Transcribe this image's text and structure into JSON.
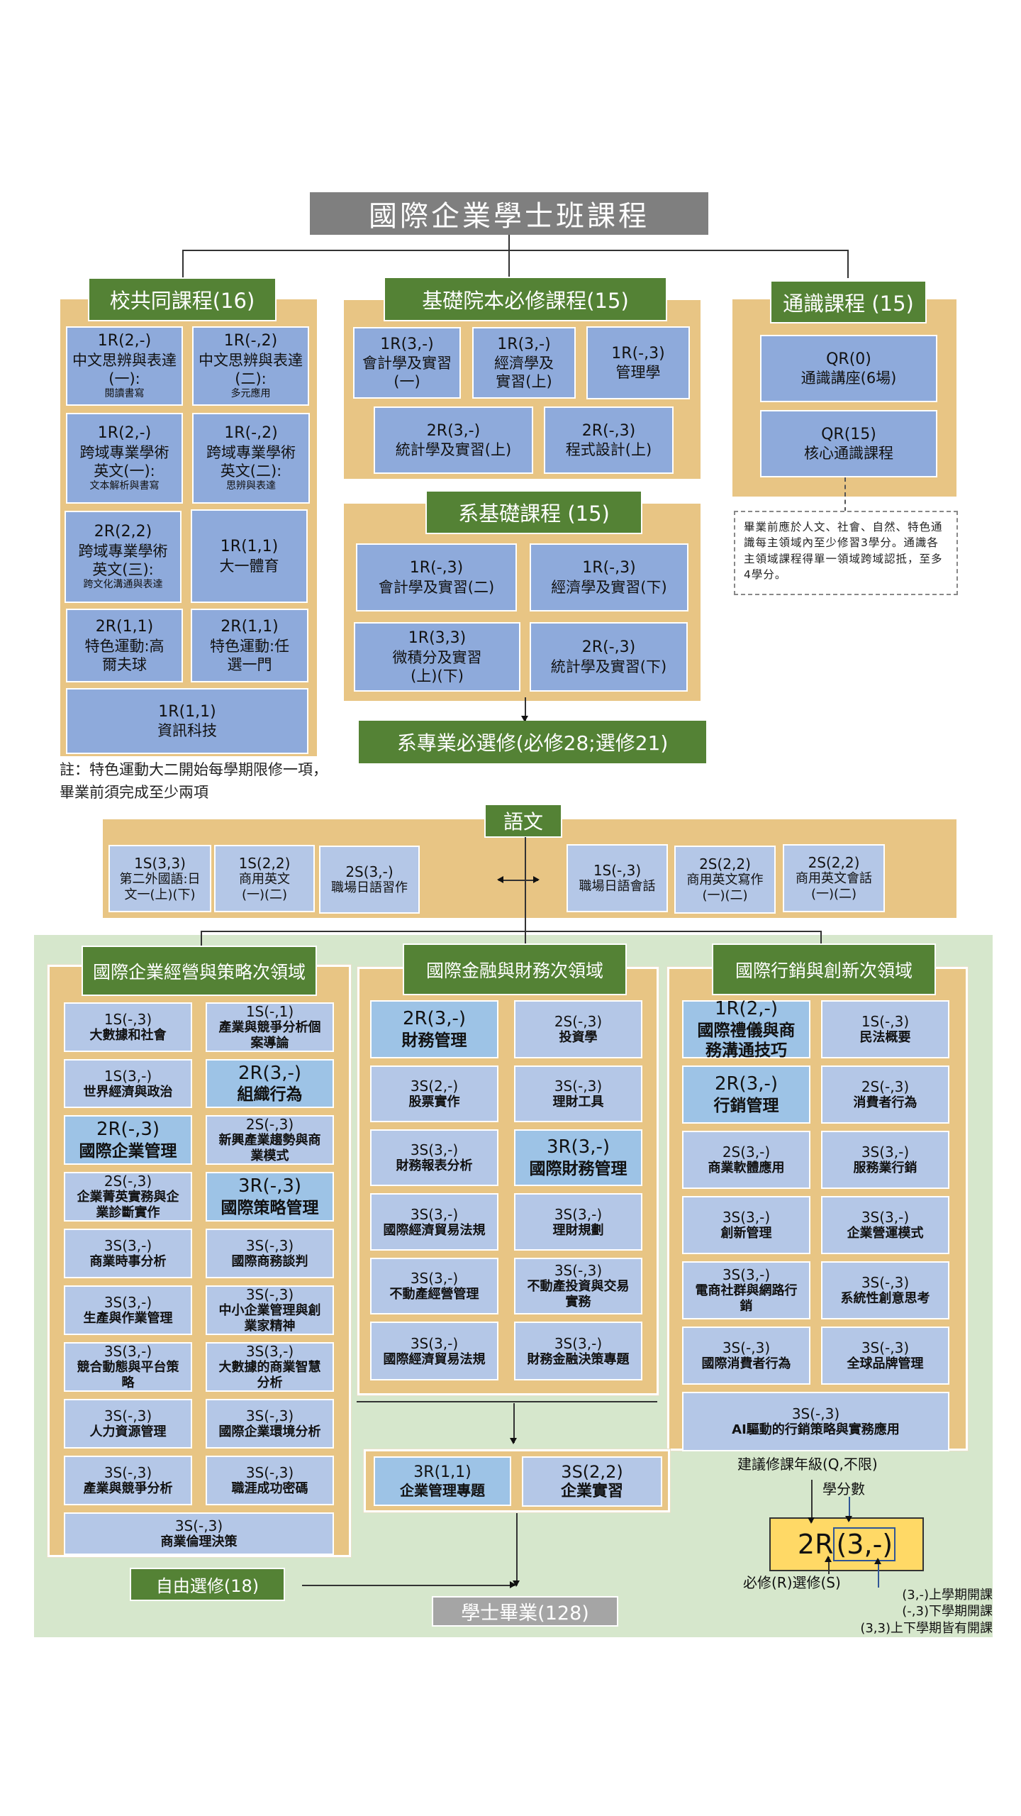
{
  "title": "國際企業學士班課程",
  "school_common": {
    "header": "校共同課程(16)",
    "courses": [
      {
        "code": "1R(2,-)",
        "name": "中文思辨與表達(一):",
        "sub": "閱讀書寫"
      },
      {
        "code": "1R(-,2)",
        "name": "中文思辨與表達(二):",
        "sub": "多元應用"
      },
      {
        "code": "1R(2,-)",
        "name": "跨域專業學術英文(一):",
        "sub": "文本解析與書寫"
      },
      {
        "code": "1R(-,2)",
        "name": "跨域專業學術英文(二):",
        "sub": "思辨與表達"
      },
      {
        "code": "2R(2,2)",
        "name": "跨域專業學術英文(三):",
        "sub": "跨文化溝通與表達"
      },
      {
        "code": "1R(1,1)",
        "name": "大一體育"
      },
      {
        "code": "2R(1,1)",
        "name": "特色運動:高爾夫球"
      },
      {
        "code": "2R(1,1)",
        "name": "特色運動:任選一門"
      },
      {
        "code": "1R(1,1)",
        "name": "資訊科技"
      }
    ],
    "note": "註：特色運動大二開始每學期限修一項，畢業前須完成至少兩項"
  },
  "college_required": {
    "header": "基礎院本必修課程(15)",
    "courses": [
      {
        "code": "1R(3,-)",
        "name": "會計學及實習(一)"
      },
      {
        "code": "1R(3,-)",
        "name": "經濟學及實習(上)"
      },
      {
        "code": "1R(-,3)",
        "name": "管理學"
      },
      {
        "code": "2R(3,-)",
        "name": "統計學及實習(上)"
      },
      {
        "code": "2R(-,3)",
        "name": "程式設計(上)"
      }
    ]
  },
  "general_ed": {
    "header": "通識課程 (15)",
    "courses": [
      {
        "code": "QR(0)",
        "name": "通識講座(6場)"
      },
      {
        "code": "QR(15)",
        "name": "核心通識課程"
      }
    ],
    "note": "畢業前應於人文、社會、自然、特色通識每主領域內至少修習3學分。通識各主領域課程得單一領域跨域認抵，至多4學分。"
  },
  "dept_basic": {
    "header": "系基礎課程 (15)",
    "courses": [
      {
        "code": "1R(-,3)",
        "name": "會計學及實習(二)"
      },
      {
        "code": "1R(-,3)",
        "name": "經濟學及實習(下)"
      },
      {
        "code": "1R(3,3)",
        "name": "微積分及實習(上)(下)"
      },
      {
        "code": "2R(-,3)",
        "name": "統計學及實習(下)"
      }
    ]
  },
  "dept_professional": {
    "header": "系專業必選修(必修28;選修21)"
  },
  "language": {
    "header": "語文",
    "courses": [
      {
        "code": "1S(3,3)",
        "name": "第二外國語:日文一(上)(下)"
      },
      {
        "code": "1S(2,2)",
        "name": "商用英文(一)(二)"
      },
      {
        "code": "2S(3,-)",
        "name": "職場日語習作"
      },
      {
        "code": "1S(-,3)",
        "name": "職場日語會話"
      },
      {
        "code": "2S(2,2)",
        "name": "商用英文寫作(一)(二)"
      },
      {
        "code": "2S(2,2)",
        "name": "商用英文會話(一)(二)"
      }
    ]
  },
  "domain_strategy": {
    "header": "國際企業經營與策略次領域",
    "courses": [
      {
        "code": "1S(-,3)",
        "name": "大數據和社會"
      },
      {
        "code": "1S(-,1)",
        "name": "產業與競爭分析個案導論"
      },
      {
        "code": "1S(3,-)",
        "name": "世界經濟與政治"
      },
      {
        "code": "2R(3,-)",
        "name": "組織行為"
      },
      {
        "code": "2R(-,3)",
        "name": "國際企業管理"
      },
      {
        "code": "2S(-,3)",
        "name": "新興產業趨勢與商業模式"
      },
      {
        "code": "2S(-,3)",
        "name": "企業菁英實務與企業診斷實作"
      },
      {
        "code": "3R(-,3)",
        "name": "國際策略管理"
      },
      {
        "code": "3S(3,-)",
        "name": "商業時事分析"
      },
      {
        "code": "3S(-,3)",
        "name": "國際商務談判"
      },
      {
        "code": "3S(3,-)",
        "name": "生產與作業管理"
      },
      {
        "code": "3S(-,3)",
        "name": "中小企業管理與創業家精神"
      },
      {
        "code": "3S(3,-)",
        "name": "競合動態與平台策略"
      },
      {
        "code": "3S(3,-)",
        "name": "大數據的商業智慧分析"
      },
      {
        "code": "3S(-,3)",
        "name": "人力資源管理"
      },
      {
        "code": "3S(-,3)",
        "name": "國際企業環境分析"
      },
      {
        "code": "3S(-,3)",
        "name": "產業與競爭分析"
      },
      {
        "code": "3S(-,3)",
        "name": "職涯成功密碼"
      },
      {
        "code": "3S(-,3)",
        "name": "商業倫理決策"
      }
    ]
  },
  "domain_finance": {
    "header": "國際金融與財務次領域",
    "courses": [
      {
        "code": "2R(3,-)",
        "name": "財務管理"
      },
      {
        "code": "2S(-,3)",
        "name": "投資學"
      },
      {
        "code": "3S(2,-)",
        "name": "股票實作"
      },
      {
        "code": "3S(-,3)",
        "name": "理財工具"
      },
      {
        "code": "3S(3,-)",
        "name": "財務報表分析"
      },
      {
        "code": "3R(3,-)",
        "name": "國際財務管理"
      },
      {
        "code": "3S(3,-)",
        "name": "國際經濟貿易法規"
      },
      {
        "code": "3S(3,-)",
        "name": "理財規劃"
      },
      {
        "code": "3S(3,-)",
        "name": "不動產經營管理"
      },
      {
        "code": "3S(-,3)",
        "name": "不動產投資與交易實務"
      },
      {
        "code": "3S(3,-)",
        "name": "國際經濟貿易法規"
      },
      {
        "code": "3S(3,-)",
        "name": "財務金融決策專題"
      }
    ]
  },
  "domain_marketing": {
    "header": "國際行銷與創新次領域",
    "courses": [
      {
        "code": "1R(2,-)",
        "name": "國際禮儀與商務溝通技巧"
      },
      {
        "code": "1S(-,3)",
        "name": "民法概要"
      },
      {
        "code": "2R(3,-)",
        "name": "行銷管理"
      },
      {
        "code": "2S(-,3)",
        "name": "消費者行為"
      },
      {
        "code": "2S(3,-)",
        "name": "商業軟體應用"
      },
      {
        "code": "3S(3,-)",
        "name": "服務業行銷"
      },
      {
        "code": "3S(3,-)",
        "name": "創新管理"
      },
      {
        "code": "3S(3,-)",
        "name": "企業營運模式"
      },
      {
        "code": "3S(3,-)",
        "name": "電商社群與網路行銷"
      },
      {
        "code": "3S(-,3)",
        "name": "系統性創意思考"
      },
      {
        "code": "3S(-,3)",
        "name": "國際消費者行為"
      },
      {
        "code": "3S(-,3)",
        "name": "全球品牌管理"
      },
      {
        "code": "3S(-,3)",
        "name": "AI驅動的行銷策略與實務應用"
      }
    ]
  },
  "capstone": {
    "courses": [
      {
        "code": "3R(1,1)",
        "name": "企業管理專題"
      },
      {
        "code": "3S(2,2)",
        "name": "企業實習"
      }
    ]
  },
  "free_elective": "自由選修(18)",
  "graduation": "學士畢業(128)",
  "legend": {
    "grade_label": "建議修課年級(Q,不限)",
    "credits_label": "學分數",
    "sample_prefix": "2R",
    "sample_credits": "(3,-)",
    "type_label": "必修(R)選修(S)",
    "semester_lines": [
      "(3,-)上學期開課",
      "(-,3)下學期開課",
      "(3,3)上下學期皆有開課"
    ]
  },
  "colors": {
    "header_green": "#548235",
    "panel_tan": "#e8c584",
    "required_box": "#8eaadb",
    "elective_box": "#b4c7e7",
    "required_domain_box": "#9dc3e6",
    "region_green": "#d6e7cc",
    "title_gray": "#7f7f7f",
    "legend_yellow": "#ffd966"
  }
}
